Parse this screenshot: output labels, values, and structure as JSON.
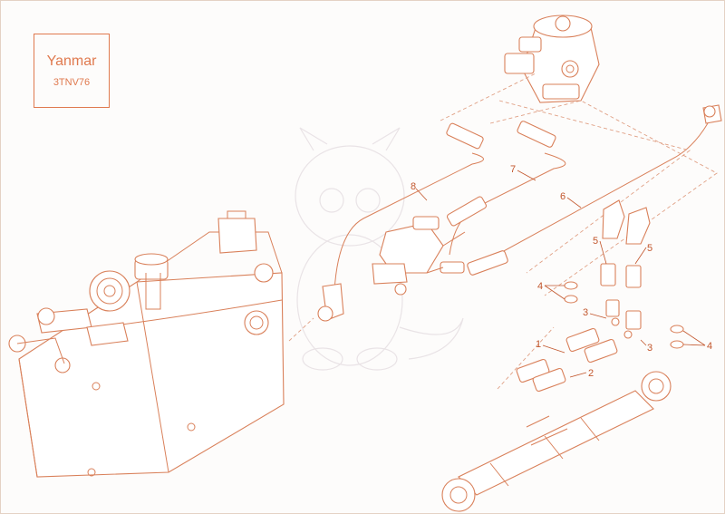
{
  "title": {
    "make": "Yanmar",
    "model": "3TNV76"
  },
  "callouts": [
    {
      "id": "c8",
      "label": "8"
    },
    {
      "id": "c7",
      "label": "7"
    },
    {
      "id": "c6",
      "label": "6"
    },
    {
      "id": "c5a",
      "label": "5"
    },
    {
      "id": "c5b",
      "label": "5"
    },
    {
      "id": "c4a",
      "label": "4"
    },
    {
      "id": "c4b",
      "label": "4"
    },
    {
      "id": "c3a",
      "label": "3"
    },
    {
      "id": "c3b",
      "label": "3"
    },
    {
      "id": "c1",
      "label": "1"
    },
    {
      "id": "c2",
      "label": "2"
    }
  ],
  "colors": {
    "line": "#d9805a",
    "label": "#c2562c",
    "frame": "#e07a4f"
  },
  "icons": {
    "tank": "hydraulic-tank-icon",
    "steering_unit": "steering-unit-icon",
    "valve": "valve-block-icon",
    "cylinder": "steering-cylinder-icon"
  }
}
